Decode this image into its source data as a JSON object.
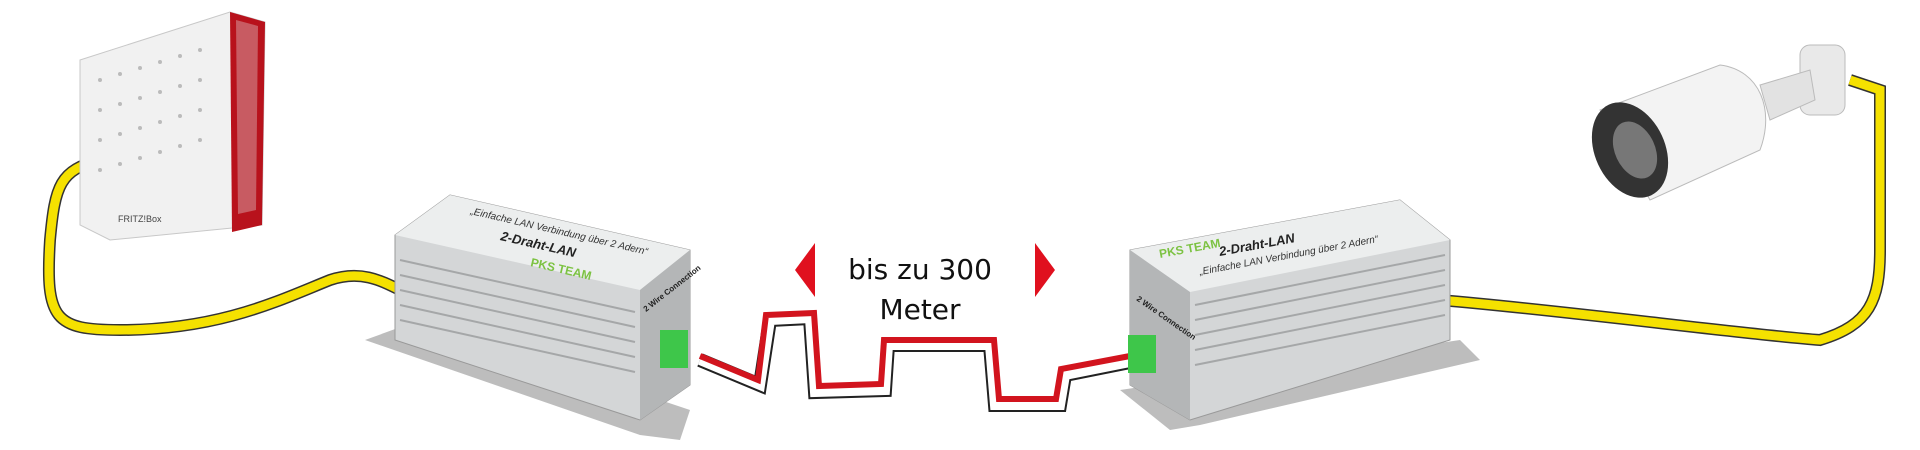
{
  "diagram": {
    "distance_label": "bis zu 300 Meter",
    "router": {
      "brand_label": "FRITZ!Box"
    },
    "adapter_left": {
      "title": "2-Draht-LAN",
      "tagline": "„Einfache LAN Verbindung über 2 Adern“",
      "brand": "PKS TEAM",
      "port_label": "2 Wire Connection"
    },
    "adapter_right": {
      "title": "2-Draht-LAN",
      "tagline": "„Einfache LAN Verbindung über 2 Adern“",
      "brand": "PKS TEAM",
      "port_label": "2 Wire Connection"
    },
    "colors": {
      "lan_cable": "#f5e100",
      "two_wire_red": "#d2141e",
      "arrow": "#e0101e",
      "router_red": "#b8121c",
      "terminal_green": "#3ec64a",
      "housing": "#c9cbcc"
    }
  }
}
